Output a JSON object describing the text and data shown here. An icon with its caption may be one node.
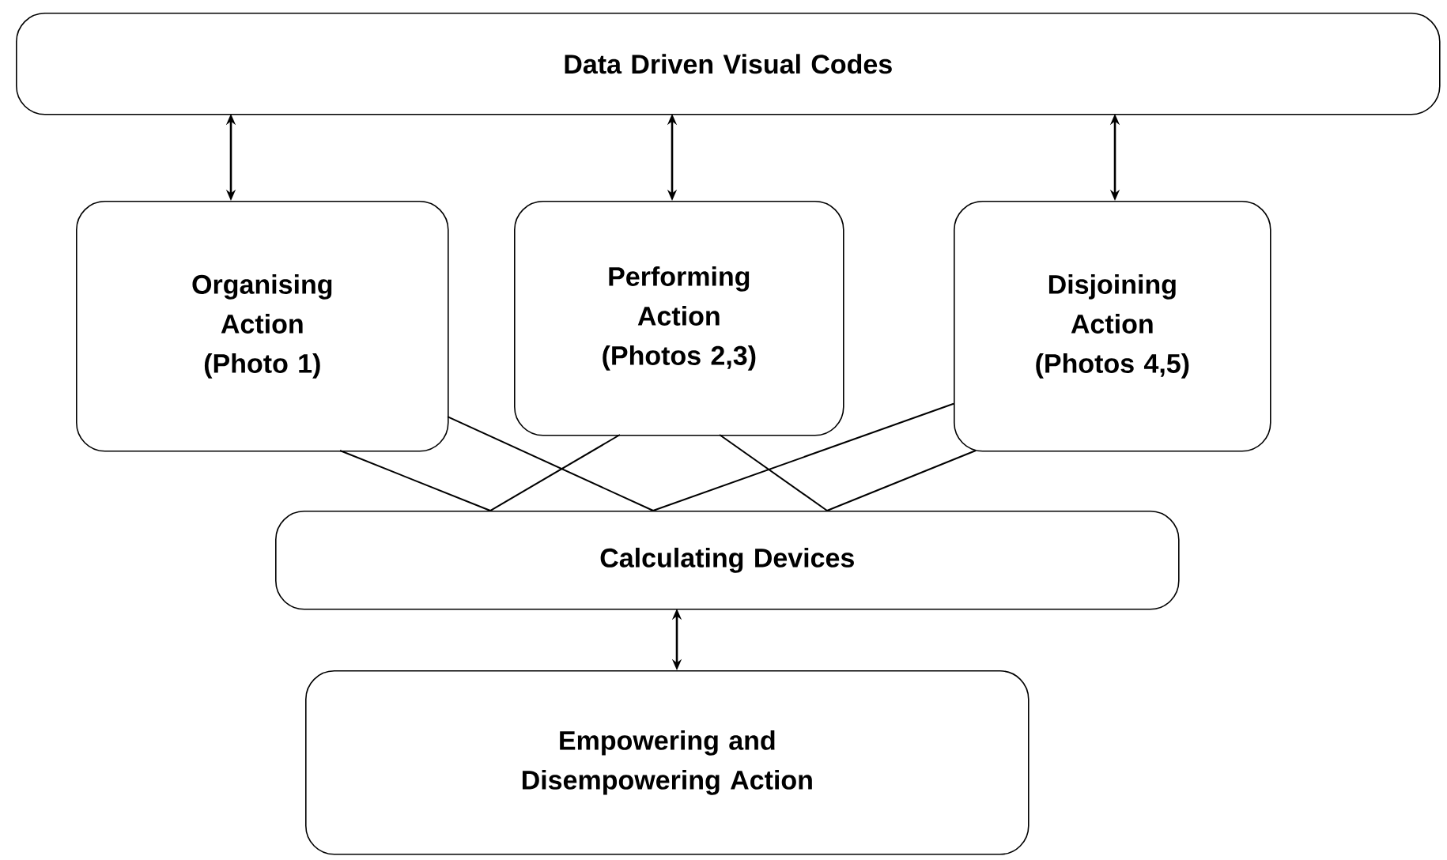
{
  "diagram": {
    "nodes": [
      {
        "text": [
          "Data Driven Visual Codes"
        ]
      },
      {
        "text": [
          "Organising Action (Photo 1)"
        ]
      },
      {
        "text": [
          "Performing Action (Photos 2,3)"
        ]
      },
      {
        "text": [
          "Disjoining Action (Photos 4,5)"
        ]
      },
      {
        "text": [
          "Calculating Devices"
        ]
      },
      {
        "text": [
          "Empowering and Disempowering Action"
        ]
      }
    ],
    "edges": [
      {
        "from": 0,
        "to": 1,
        "arrow": "both"
      },
      {
        "from": 0,
        "to": 2,
        "arrow": "both"
      },
      {
        "from": 0,
        "to": 3,
        "arrow": "both"
      },
      {
        "from": 1,
        "to": 4,
        "arrow": "none"
      },
      {
        "from": 1,
        "to": 4,
        "arrow": "none"
      },
      {
        "from": 2,
        "to": 4,
        "arrow": "none"
      },
      {
        "from": 2,
        "to": 4,
        "arrow": "none"
      },
      {
        "from": 3,
        "to": 4,
        "arrow": "none"
      },
      {
        "from": 3,
        "to": 4,
        "arrow": "none"
      },
      {
        "from": 4,
        "to": 5,
        "arrow": "both"
      }
    ]
  }
}
